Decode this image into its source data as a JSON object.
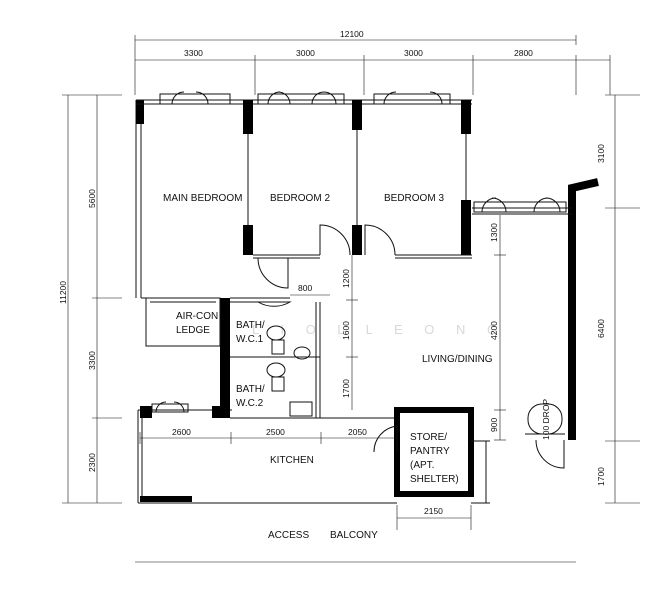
{
  "rooms": {
    "main_bedroom": "MAIN BEDROOM",
    "bedroom_2": "BEDROOM 2",
    "bedroom_3": "BEDROOM 3",
    "aircon_1": "AIR-CON",
    "aircon_2": "LEDGE",
    "bath1_1": "BATH/",
    "bath1_2": "W.C.1",
    "bath2_1": "BATH/",
    "bath2_2": "W.C.2",
    "living_dining": "LIVING/DINING",
    "kitchen": "KITCHEN",
    "store_1": "STORE/",
    "store_2": "PANTRY",
    "store_3": "(APT.",
    "store_4": "SHELTER)",
    "refuse": "100 DROP",
    "access": "ACCESS",
    "balcony": "BALCONY"
  },
  "watermark": "L I O L L E O N G",
  "dimensions": {
    "top_total": "12100",
    "top_1": "3300",
    "top_2": "3000",
    "top_3": "3000",
    "top_4": "2800",
    "left_total": "11200",
    "left_1": "5600",
    "left_2": "3300",
    "left_3": "2300",
    "right_1": "3100",
    "right_2": "6400",
    "right_3": "1700",
    "inner_1300": "1300",
    "inner_4200": "4200",
    "inner_900": "900",
    "inner_1200": "1200",
    "inner_800": "800",
    "inner_1600": "1600",
    "inner_1700": "1700",
    "kitchen_1": "2600",
    "kitchen_2": "2500",
    "kitchen_3": "2050",
    "bottom_1": "2150"
  }
}
